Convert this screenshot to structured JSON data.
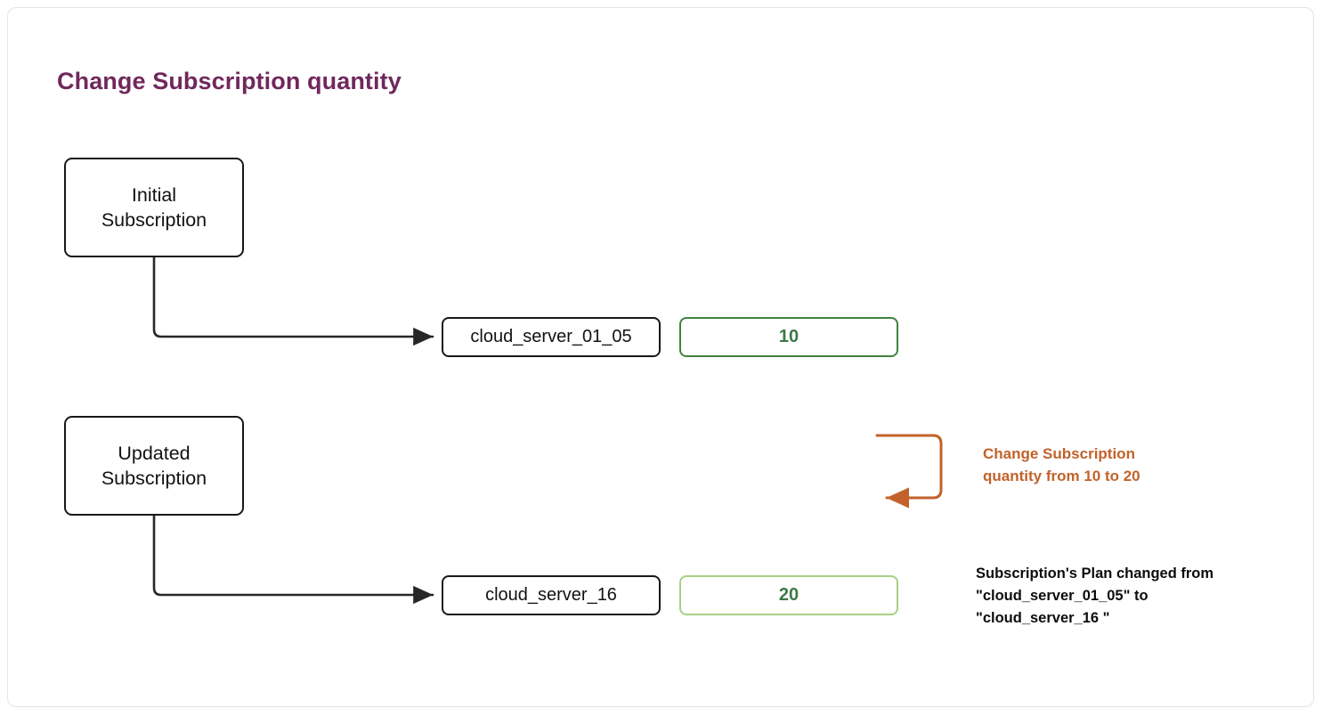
{
  "diagram": {
    "title": "Change Subscription quantity",
    "title_color": "#70285c",
    "background": "#ffffff",
    "type": "flow-diagram",
    "nodes": {
      "initial_subscription": {
        "label": "Initial\nSubscription",
        "border_color": "#17181a",
        "text_color": "#111214"
      },
      "updated_subscription": {
        "label": "Updated\nSubscription",
        "border_color": "#17181a",
        "text_color": "#111214"
      },
      "plan_initial": {
        "label": "cloud_server_01_05",
        "border_color": "#17181a",
        "text_color": "#111214"
      },
      "plan_updated": {
        "label": "cloud_server_16",
        "border_color": "#17181a",
        "text_color": "#111214"
      },
      "quantity_initial": {
        "label": "10",
        "border_color": "#43813f",
        "text_color": "#3c7a45"
      },
      "quantity_updated": {
        "label": "20",
        "border_color": "#a7d184",
        "text_color": "#3c7a45"
      }
    },
    "annotations": {
      "change_quantity": {
        "text": "Change Subscription\nquantity from 10 to 20",
        "color": "#c2622a"
      },
      "plan_changed": {
        "text": "Subscription's Plan changed from\n\"cloud_server_01_05\" to\n\"cloud_server_16 \"",
        "color": "#0d0d0f"
      }
    },
    "connectors": {
      "initial_to_plan": {
        "color": "#262729",
        "style": "elbow-arrow"
      },
      "updated_to_plan": {
        "color": "#262729",
        "style": "elbow-arrow"
      },
      "quantity_change": {
        "color": "#c2622a",
        "style": "hook-arrow"
      }
    }
  }
}
